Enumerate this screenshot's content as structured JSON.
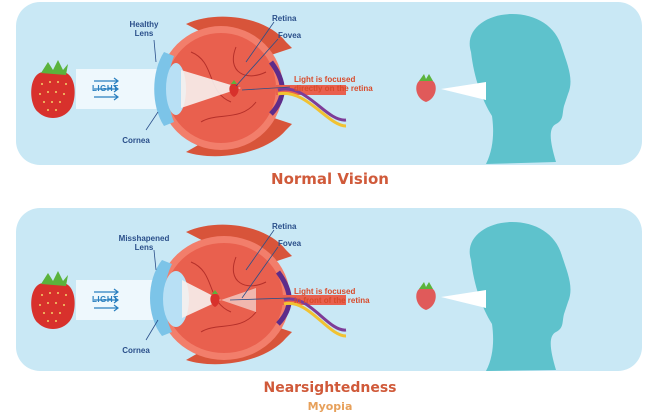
{
  "colors": {
    "panel_bg": "#c9e8f5",
    "title": "#d05a3a",
    "subtitle": "#e7a05a",
    "label_text": "#2a4f8a",
    "focus_text": "#d84a2a",
    "silhouette": "#5ec2cc",
    "strawberry": "#d8312c",
    "leaf": "#5bb33c"
  },
  "normal": {
    "lens_label": "Healthy\nLens",
    "cornea_label": "Cornea",
    "retina_label": "Retina",
    "fovea_label": "Fovea",
    "light_label": "LIGHT",
    "focus_line1": "Light is focused",
    "focus_line2_a": "directly on ",
    "focus_line2_b": "the retina",
    "title": "Normal Vision"
  },
  "myopia": {
    "lens_label": "Misshapened\nLens",
    "cornea_label": "Cornea",
    "retina_label": "Retina",
    "fovea_label": "Fovea",
    "light_label": "LIGHT",
    "focus_line1": "Light is focused",
    "focus_line2_a": "in front of ",
    "focus_line2_b": "the retina",
    "title": "Nearsightedness",
    "subtitle": "Myopia"
  },
  "icons": [
    "strawberry-icon",
    "eye-cross-section-icon",
    "head-silhouette-icon",
    "light-arrow-icon"
  ]
}
